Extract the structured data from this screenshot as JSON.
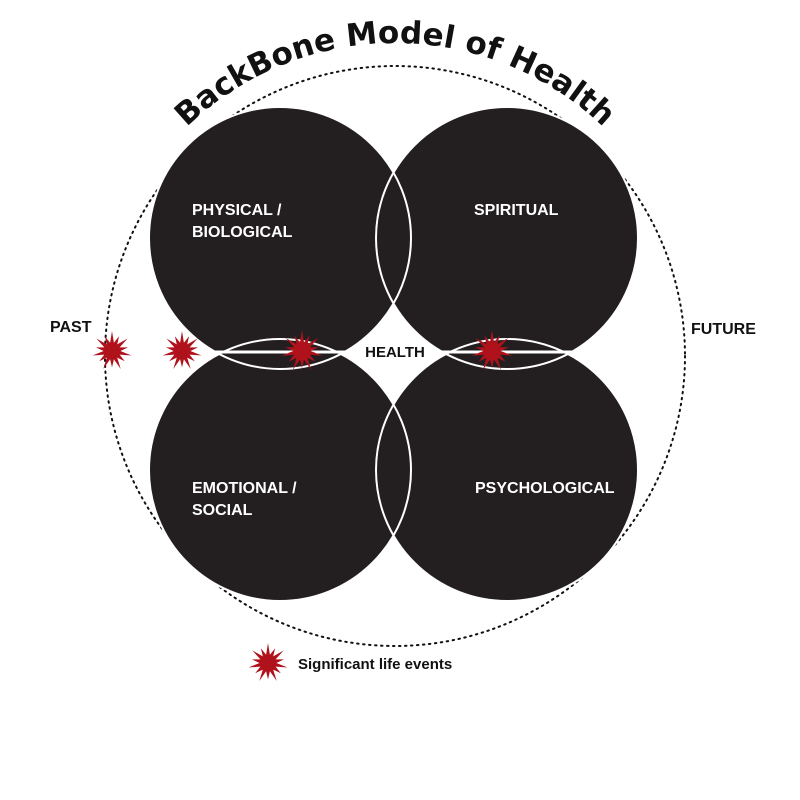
{
  "title": "BackBone Model of Health",
  "domains": {
    "physical": [
      "PHYSICAL /",
      "BIOLOGICAL"
    ],
    "spiritual": [
      "SPIRITUAL"
    ],
    "emotional": [
      "EMOTIONAL /",
      "SOCIAL"
    ],
    "psychological": [
      "PSYCHOLOGICAL"
    ]
  },
  "center_label": "HEALTH",
  "timeline": {
    "past_label": "PAST",
    "future_label": "FUTURE"
  },
  "legend": {
    "label": "Significant life events",
    "icon": "starburst-icon"
  },
  "colors": {
    "circle_fill": "#231f20",
    "outline": "#ffffff",
    "event_marker": "#b0121b",
    "text": "#111111"
  }
}
